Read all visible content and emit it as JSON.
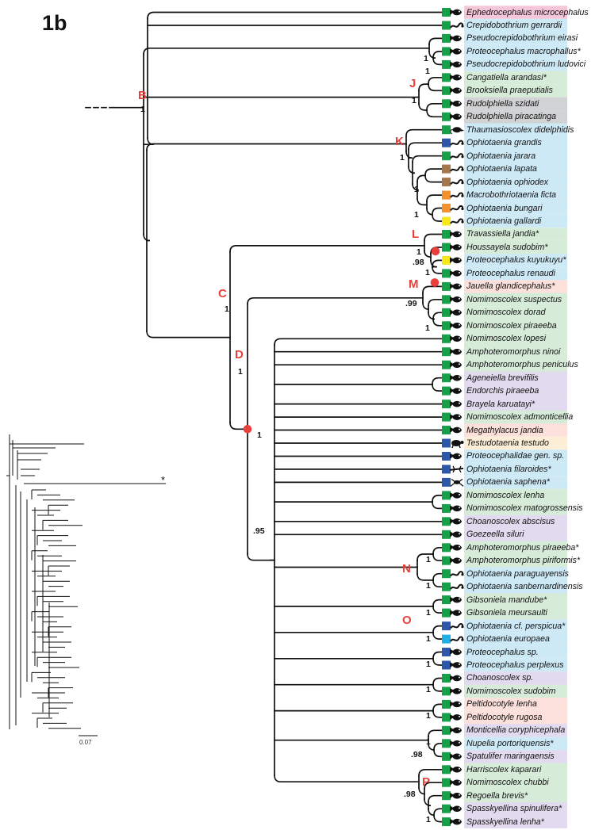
{
  "figure": {
    "panel_label": "1b",
    "long_branch_mark": "*",
    "scale_label": "0.07"
  },
  "colors": {
    "branch": "#111111",
    "clade_label": "#e8403a",
    "node_dot": "#e8403a",
    "host_square": {
      "green": "#15a049",
      "blue": "#2d57a8",
      "brown": "#a6774b",
      "orange": "#f3922b",
      "yellow": "#f7e81b",
      "light_blue": "#1fb0e6"
    },
    "band": {
      "pink": "#f5c6d8",
      "blue": "#cde9f6",
      "green": "#d6ecd9",
      "gray": "#d1d2d4",
      "purple": "#e2daee",
      "peach": "#fbe0dc",
      "cream": "#fdefd7"
    }
  },
  "taxa": [
    {
      "name": "Ephedrocephalus microcephalus",
      "band": "pink",
      "square": "green",
      "host_icon": "fish-icon"
    },
    {
      "name": "Crepidobothrium gerrardii",
      "band": "blue",
      "square": "green",
      "host_icon": "snake-icon"
    },
    {
      "name": "Pseudocrepidobothrium eirasi",
      "band": "blue",
      "square": "green",
      "host_icon": "fish-icon"
    },
    {
      "name": "Proteocephalus macrophallus*",
      "band": "blue",
      "square": "green",
      "host_icon": "fish-icon"
    },
    {
      "name": "Pseudocrepidobothrium ludovici",
      "band": "blue",
      "square": "green",
      "host_icon": "fish-icon"
    },
    {
      "name": "Cangatiella arandasi*",
      "band": "green",
      "square": "green",
      "host_icon": "fish-icon"
    },
    {
      "name": "Brooksiella praeputialis",
      "band": "green",
      "square": "green",
      "host_icon": "fish-icon"
    },
    {
      "name": "Rudolphiella szidati",
      "band": "gray",
      "square": "green",
      "host_icon": "fish-icon"
    },
    {
      "name": "Rudolphiella piracatinga",
      "band": "gray",
      "square": "green",
      "host_icon": "fish-icon"
    },
    {
      "name": "Thaumasioscolex didelphidis",
      "band": "blue",
      "square": "green",
      "host_icon": "opossum-icon"
    },
    {
      "name": "Ophiotaenia grandis",
      "band": "blue",
      "square": "blue",
      "host_icon": "snake-icon"
    },
    {
      "name": "Ophiotaenia jarara",
      "band": "blue",
      "square": "green",
      "host_icon": "snake-icon"
    },
    {
      "name": "Ophiotaenia lapata",
      "band": "blue",
      "square": "brown",
      "host_icon": "snake-icon"
    },
    {
      "name": "Ophiotaenia ophiodex",
      "band": "blue",
      "square": "brown",
      "host_icon": "snake-icon"
    },
    {
      "name": "Macrobothriotaenia ficta",
      "band": "blue",
      "square": "orange",
      "host_icon": "snake-icon"
    },
    {
      "name": "Ophiotaenia bungari",
      "band": "blue",
      "square": "orange",
      "host_icon": "snake-icon"
    },
    {
      "name": "Ophiotaenia gallardi",
      "band": "blue",
      "square": "yellow",
      "host_icon": "snake-icon"
    },
    {
      "name": "Travassiella jandia*",
      "band": "green",
      "square": "green",
      "host_icon": "fish-icon"
    },
    {
      "name": "Houssayela sudobim*",
      "band": "green",
      "square": "green",
      "host_icon": "fish-icon"
    },
    {
      "name": "Proteocephalus kuyukuyu*",
      "band": "blue",
      "square": "yellow",
      "host_icon": "fish-icon"
    },
    {
      "name": "Proteocephalus renaudi",
      "band": "blue",
      "square": "green",
      "host_icon": "fish-icon"
    },
    {
      "name": "Jauella glandicephalus*",
      "band": "peach",
      "square": "green",
      "host_icon": "fish-icon"
    },
    {
      "name": "Nomimoscolex suspectus",
      "band": "green",
      "square": "green",
      "host_icon": "fish-icon"
    },
    {
      "name": "Nomimoscolex dorad",
      "band": "green",
      "square": "green",
      "host_icon": "fish-icon"
    },
    {
      "name": "Nomimoscolex piraeeba",
      "band": "green",
      "square": "green",
      "host_icon": "fish-icon"
    },
    {
      "name": "Nomimoscolex lopesi",
      "band": "green",
      "square": "green",
      "host_icon": "fish-icon"
    },
    {
      "name": "Amphoteromorphus ninoi",
      "band": "green",
      "square": "green",
      "host_icon": "fish-icon"
    },
    {
      "name": "Amphoteromorphus peniculus",
      "band": "green",
      "square": "green",
      "host_icon": "fish-icon"
    },
    {
      "name": "Ageneiella brevifilis",
      "band": "purple",
      "square": "green",
      "host_icon": "fish-icon"
    },
    {
      "name": "Endorchis piraeeba",
      "band": "purple",
      "square": "green",
      "host_icon": "fish-icon"
    },
    {
      "name": "Brayela karuatayi*",
      "band": "purple",
      "square": "green",
      "host_icon": "fish-icon"
    },
    {
      "name": "Nomimoscolex admonticellia",
      "band": "green",
      "square": "green",
      "host_icon": "fish-icon"
    },
    {
      "name": "Megathylacus jandia",
      "band": "peach",
      "square": "green",
      "host_icon": "fish-icon"
    },
    {
      "name": "Testudotaenia testudo",
      "band": "cream",
      "square": "blue",
      "host_icon": "turtle-icon"
    },
    {
      "name": "Proteocephalidae gen. sp.",
      "band": "blue",
      "square": "blue",
      "host_icon": "fish-icon"
    },
    {
      "name": "Ophiotaenia filaroides*",
      "band": "blue",
      "square": "blue",
      "host_icon": "salamander-icon"
    },
    {
      "name": "Ophiotaenia saphena*",
      "band": "blue",
      "square": "blue",
      "host_icon": "frog-icon"
    },
    {
      "name": "Nomimoscolex lenha",
      "band": "green",
      "square": "green",
      "host_icon": "fish-icon"
    },
    {
      "name": "Nomimoscolex matogrossensis",
      "band": "green",
      "square": "green",
      "host_icon": "fish-icon"
    },
    {
      "name": "Choanoscolex abscisus",
      "band": "purple",
      "square": "green",
      "host_icon": "fish-icon"
    },
    {
      "name": "Goezeella siluri",
      "band": "purple",
      "square": "green",
      "host_icon": "fish-icon"
    },
    {
      "name": "Amphoteromorphus piraeeba*",
      "band": "green",
      "square": "green",
      "host_icon": "fish-icon"
    },
    {
      "name": "Amphoteromorphus piriformis*",
      "band": "green",
      "square": "green",
      "host_icon": "fish-icon"
    },
    {
      "name": "Ophiotaenia paraguayensis",
      "band": "blue",
      "square": "green",
      "host_icon": "snake-icon"
    },
    {
      "name": "Ophiotaenia sanbernardinensis",
      "band": "blue",
      "square": "green",
      "host_icon": "snake-icon"
    },
    {
      "name": "Gibsoniela mandube*",
      "band": "green",
      "square": "green",
      "host_icon": "fish-icon"
    },
    {
      "name": "Gibsoniela meursaulti",
      "band": "green",
      "square": "green",
      "host_icon": "fish-icon"
    },
    {
      "name": "Ophiotaenia cf. perspicua*",
      "band": "blue",
      "square": "blue",
      "host_icon": "snake-icon"
    },
    {
      "name": "Ophiotaenia europaea",
      "band": "blue",
      "square": "light_blue",
      "host_icon": "snake-icon"
    },
    {
      "name": "Proteocephalus sp.",
      "band": "blue",
      "square": "blue",
      "host_icon": "fish-icon"
    },
    {
      "name": "Proteocephalus perplexus",
      "band": "blue",
      "square": "blue",
      "host_icon": "fish-icon"
    },
    {
      "name": "Choanoscolex sp.",
      "band": "purple",
      "square": "green",
      "host_icon": "fish-icon"
    },
    {
      "name": "Nomimoscolex sudobim",
      "band": "green",
      "square": "green",
      "host_icon": "fish-icon"
    },
    {
      "name": "Peltidocotyle lenha",
      "band": "peach",
      "square": "green",
      "host_icon": "fish-icon"
    },
    {
      "name": "Peltidocotyle rugosa",
      "band": "peach",
      "square": "green",
      "host_icon": "fish-icon"
    },
    {
      "name": "Monticellia coryphicephala",
      "band": "purple",
      "square": "green",
      "host_icon": "fish-icon"
    },
    {
      "name": "Nupelia portoriquensis*",
      "band": "blue",
      "square": "green",
      "host_icon": "fish-icon"
    },
    {
      "name": "Spatulifer maringaensis",
      "band": "purple",
      "square": "green",
      "host_icon": "fish-icon"
    },
    {
      "name": "Harriscolex kaparari",
      "band": "green",
      "square": "green",
      "host_icon": "fish-icon"
    },
    {
      "name": "Nomimoscolex chubbi",
      "band": "green",
      "square": "green",
      "host_icon": "fish-icon"
    },
    {
      "name": "Regoella brevis*",
      "band": "green",
      "square": "green",
      "host_icon": "fish-icon"
    },
    {
      "name": "Spasskyellina spinulifera*",
      "band": "purple",
      "square": "green",
      "host_icon": "fish-icon"
    },
    {
      "name": "Spasskyellina lenha*",
      "band": "purple",
      "square": "green",
      "host_icon": "fish-icon"
    }
  ],
  "supports": [
    {
      "value": "1",
      "node": "B"
    },
    {
      "value": "1",
      "node": "J"
    },
    {
      "value": "1",
      "node": "K"
    },
    {
      "value": "1",
      "node": "K-sub1"
    },
    {
      "value": "1",
      "node": "K-sub2"
    },
    {
      "value": "1",
      "node": "L"
    },
    {
      "value": ".98",
      "node": "L-sub"
    },
    {
      "value": "1",
      "node": "L-sub2"
    },
    {
      "value": "1",
      "node": "C"
    },
    {
      "value": "1",
      "node": "D"
    },
    {
      "value": ".99",
      "node": "M-sub"
    },
    {
      "value": "1",
      "node": "M-sub2"
    },
    {
      "value": "1",
      "node": "Pseudo-pair"
    },
    {
      "value": "1",
      "node": "Pseudo-clade"
    },
    {
      "value": "1",
      "node": "D-inner"
    },
    {
      "value": ".95",
      "node": "big-clade"
    },
    {
      "value": "1",
      "node": "N-pair1"
    },
    {
      "value": "1",
      "node": "N-pair2"
    },
    {
      "value": "1",
      "node": "O-pair1"
    },
    {
      "value": "1",
      "node": "O-pair2"
    },
    {
      "value": "1",
      "node": "O-pair3"
    },
    {
      "value": "1",
      "node": "Cho-pair"
    },
    {
      "value": "1",
      "node": "Pelt-pair"
    },
    {
      "value": "1",
      "node": "Mont-pair"
    },
    {
      "value": ".98",
      "node": "Mont-clade"
    },
    {
      "value": ".98",
      "node": "P-clade"
    },
    {
      "value": "1",
      "node": "P-pair"
    }
  ],
  "clade_labels": [
    "B",
    "C",
    "D",
    "J",
    "K",
    "L",
    "M",
    "N",
    "O",
    "P"
  ]
}
